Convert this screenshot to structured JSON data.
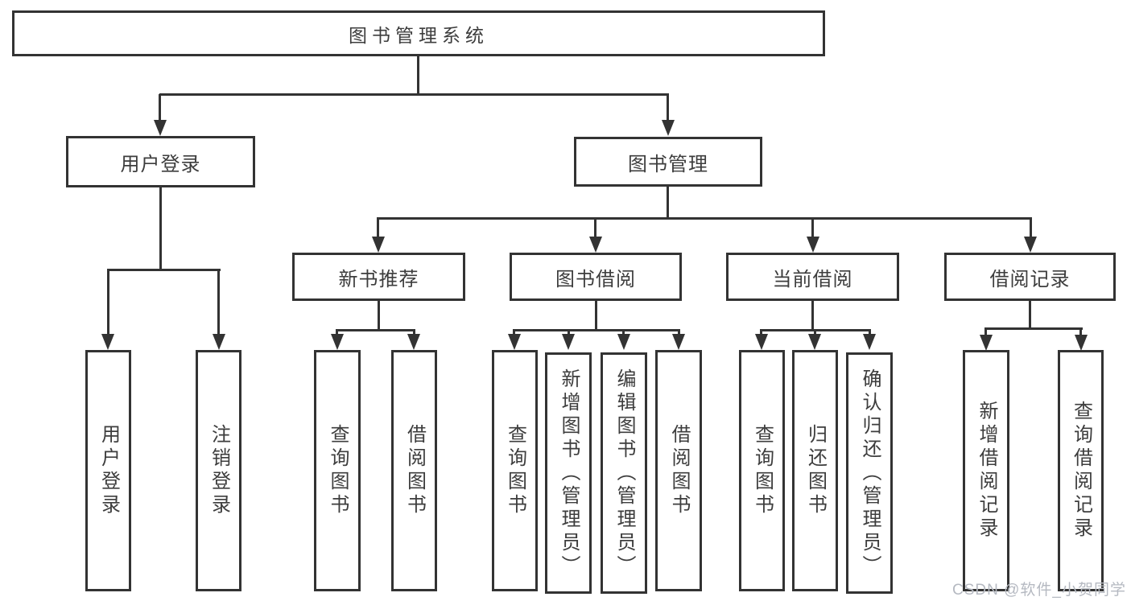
{
  "diagram": {
    "root_label": "图书管理系统",
    "level2": {
      "user_login": "用户登录",
      "book_mgmt": "图书管理"
    },
    "level3": {
      "new_book_rec": "新书推荐",
      "book_borrow": "图书借阅",
      "current_borrow": "当前借阅",
      "borrow_record": "借阅记录"
    },
    "leaves": {
      "user_login_leaf": "用户登录",
      "logout_leaf": "注销登录",
      "query_books_1": "查询图书",
      "borrow_books_1": "借阅图书",
      "query_books_2": "查询图书",
      "add_books_admin": "新增图书（管理员）",
      "edit_books_admin": "编辑图书（管理员）",
      "borrow_books_2": "借阅图书",
      "query_books_3": "查询图书",
      "return_books": "归还图书",
      "confirm_return_admin": "确认归还（管理员）",
      "add_borrow_record": "新增借阅记录",
      "query_borrow_record": "查询借阅记录"
    },
    "colors": {
      "line": "#333333",
      "text": "#3d3d3d",
      "background": "#ffffff",
      "watermark": "#b5b9c1"
    }
  },
  "watermark": {
    "text": "CSDN @软件_小贺同学"
  }
}
